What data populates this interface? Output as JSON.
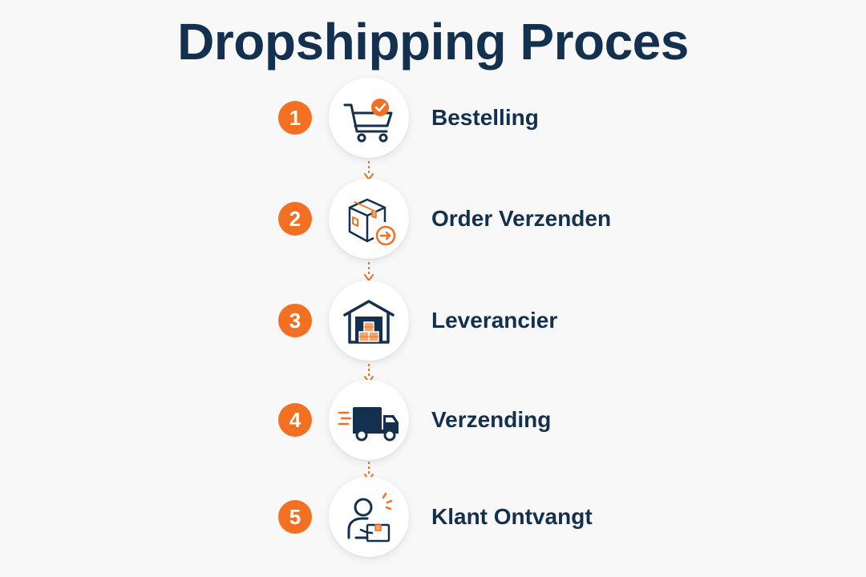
{
  "title": "Dropshipping Proces",
  "colors": {
    "accent": "#f36f21",
    "navy": "#14304f",
    "background": "#f8f8f8"
  },
  "steps": [
    {
      "number": "1",
      "label": "Bestelling",
      "icon": "shopping-cart-check-icon"
    },
    {
      "number": "2",
      "label": "Order Verzenden",
      "icon": "package-send-icon"
    },
    {
      "number": "3",
      "label": "Leverancier",
      "icon": "warehouse-icon"
    },
    {
      "number": "4",
      "label": "Verzending",
      "icon": "delivery-truck-icon"
    },
    {
      "number": "5",
      "label": "Klant Ontvangt",
      "icon": "customer-package-icon"
    }
  ]
}
